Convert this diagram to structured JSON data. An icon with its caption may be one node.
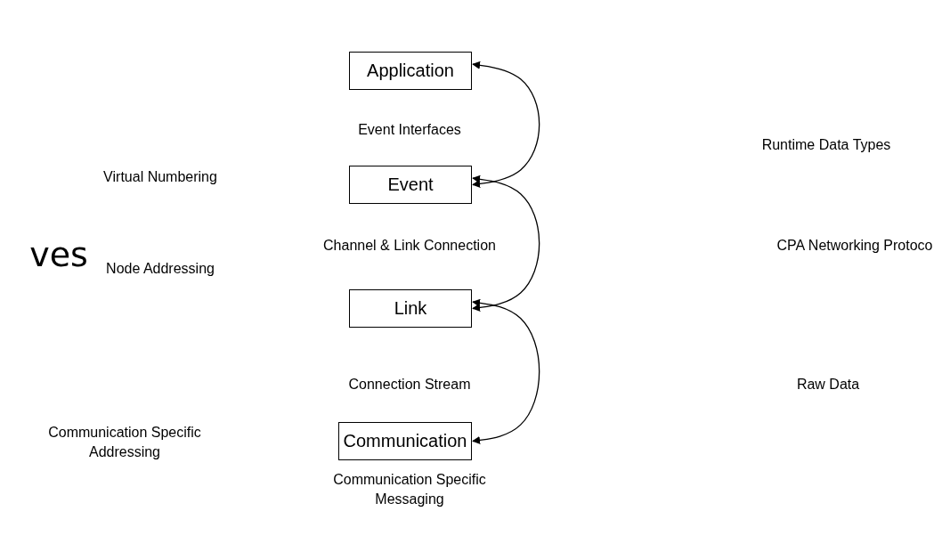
{
  "diagram": {
    "nodes": [
      {
        "text": [
          "Application"
        ]
      },
      {
        "text": [
          "Event"
        ]
      },
      {
        "text": [
          "Link"
        ]
      },
      {
        "text": [
          "Communication"
        ]
      }
    ],
    "edges": [
      {
        "from": 0,
        "to": 1,
        "arrow": "both"
      },
      {
        "from": 1,
        "to": 2,
        "arrow": "both"
      },
      {
        "from": 2,
        "to": 3,
        "arrow": "both"
      }
    ],
    "labels": [
      "Event Interfaces",
      "Runtime Data Types",
      "Virtual Numbering",
      "Channel & Link Connection",
      "CPA Networking Protoco",
      "ves",
      "Node Addressing",
      "Connection Stream",
      "Raw Data",
      "Communication Specific Addressing",
      "Communication Specific Messaging"
    ]
  }
}
